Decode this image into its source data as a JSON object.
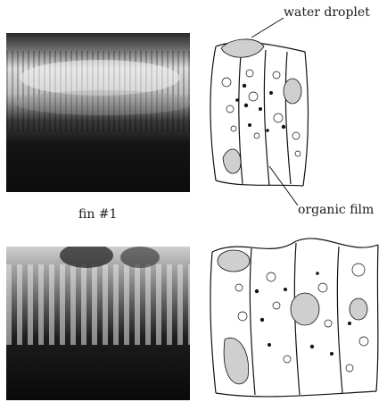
{
  "figure": {
    "labels": {
      "water_droplet": "water droplet",
      "organic_film": "organic film",
      "fin_top": "fin #1"
    },
    "panels": [
      {
        "id": "top-photo"
      },
      {
        "id": "top-sketch"
      },
      {
        "id": "bottom-photo"
      },
      {
        "id": "bottom-sketch"
      }
    ]
  }
}
